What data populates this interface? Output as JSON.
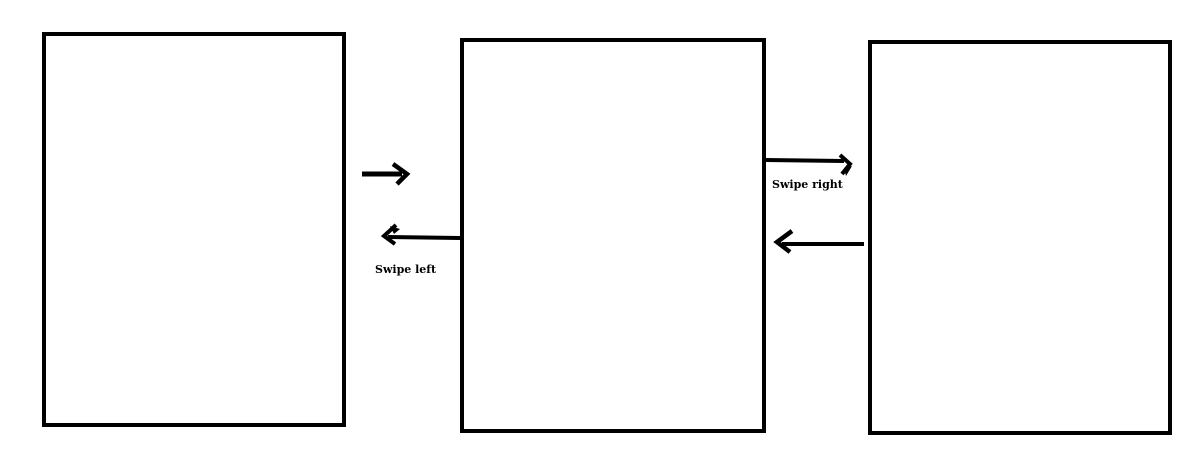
{
  "screens": [
    {
      "id": "left"
    },
    {
      "id": "center"
    },
    {
      "id": "right"
    }
  ],
  "gestures": {
    "swipe_left_label": "Swipe left",
    "swipe_right_label": "Swipe right"
  },
  "colors": {
    "stroke": "#000000",
    "background": "#ffffff"
  }
}
